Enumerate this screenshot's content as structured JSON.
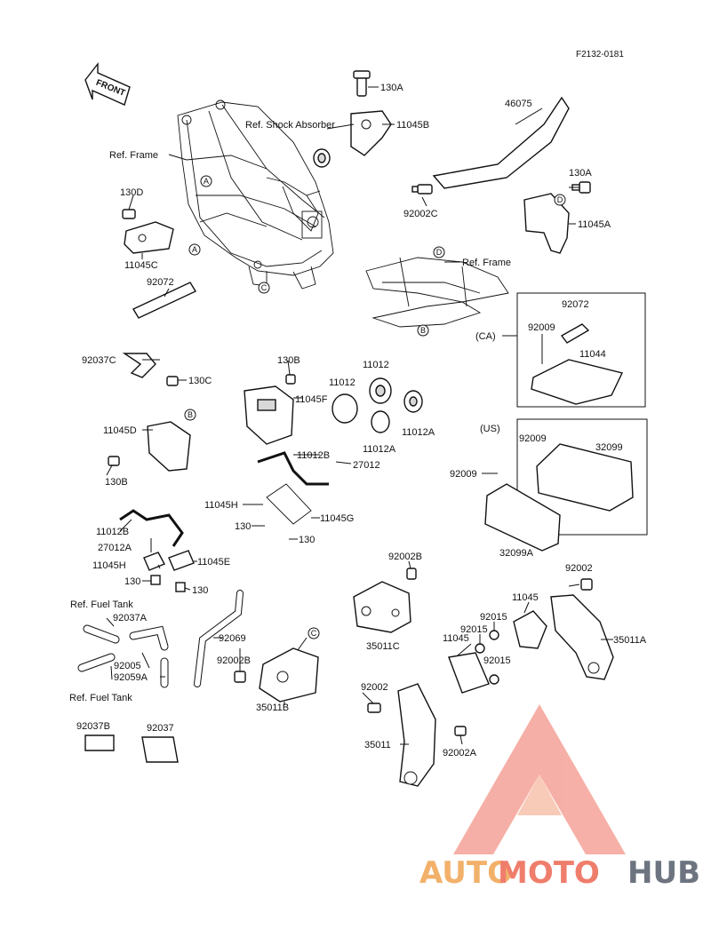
{
  "code": "F2132-0181",
  "front_label": "FRONT",
  "labels": {
    "p130A_top": "130A",
    "p46075": "46075",
    "ref_shock": "Ref. Shock Absorber",
    "p11045B": "11045B",
    "ref_frame_top": "Ref. Frame",
    "p130A_right": "130A",
    "p130D": "130D",
    "p11045A": "11045A",
    "p92002C": "92002C",
    "p11045C": "11045C",
    "ref_frame_mid": "Ref. Frame",
    "p92072_left": "92072",
    "p92072_ca": "92072",
    "ca": "(CA)",
    "p92009_ca": "92009",
    "p11044": "11044",
    "p92037C": "92037C",
    "p130C": "130C",
    "p130B_top": "130B",
    "p11012_a": "11012",
    "p11012_b": "11012",
    "p11045F": "11045F",
    "p11045D": "11045D",
    "p11012A_r": "11012A",
    "p11012A_m": "11012A",
    "us": "(US)",
    "p92009_us": "92009",
    "p32099": "32099",
    "p130B_left": "130B",
    "p11012B_mid": "11012B",
    "p27012_mid": "27012",
    "p92009_mid": "92009",
    "p11045H_mid": "11045H",
    "p11045G": "11045G",
    "p130_mid1": "130",
    "p130_mid2": "130",
    "p11012B_left": "11012B",
    "p27012A": "27012A",
    "p32099A": "32099A",
    "p11045H_left": "11045H",
    "p11045E": "11045E",
    "p92002B_top": "92002B",
    "p130_left1": "130",
    "p130_left2": "130",
    "p92002_right": "92002",
    "ref_fuel_top": "Ref. Fuel Tank",
    "p92037A": "92037A",
    "p92069": "92069",
    "p11045_r": "11045",
    "p92015_a": "92015",
    "p35011C": "35011C",
    "p35011A": "35011A",
    "p92015_b": "92015",
    "p11045_l": "11045",
    "p92015_c": "92015",
    "p92005": "92005",
    "p92059A": "92059A",
    "p92002B_mid": "92002B",
    "ref_fuel_bot": "Ref. Fuel Tank",
    "p92002_lower": "92002",
    "p35011B": "35011B",
    "p92037B": "92037B",
    "p92037": "92037",
    "p35011": "35011",
    "p92002A": "92002A"
  },
  "markers": {
    "A1": "A",
    "A2": "A",
    "B1": "B",
    "B2": "B",
    "C1": "C",
    "C2": "C",
    "D1": "D",
    "D2": "D"
  },
  "watermark": {
    "auto": "AUTO",
    "moto": "MOTO",
    "hub": "HUB"
  }
}
